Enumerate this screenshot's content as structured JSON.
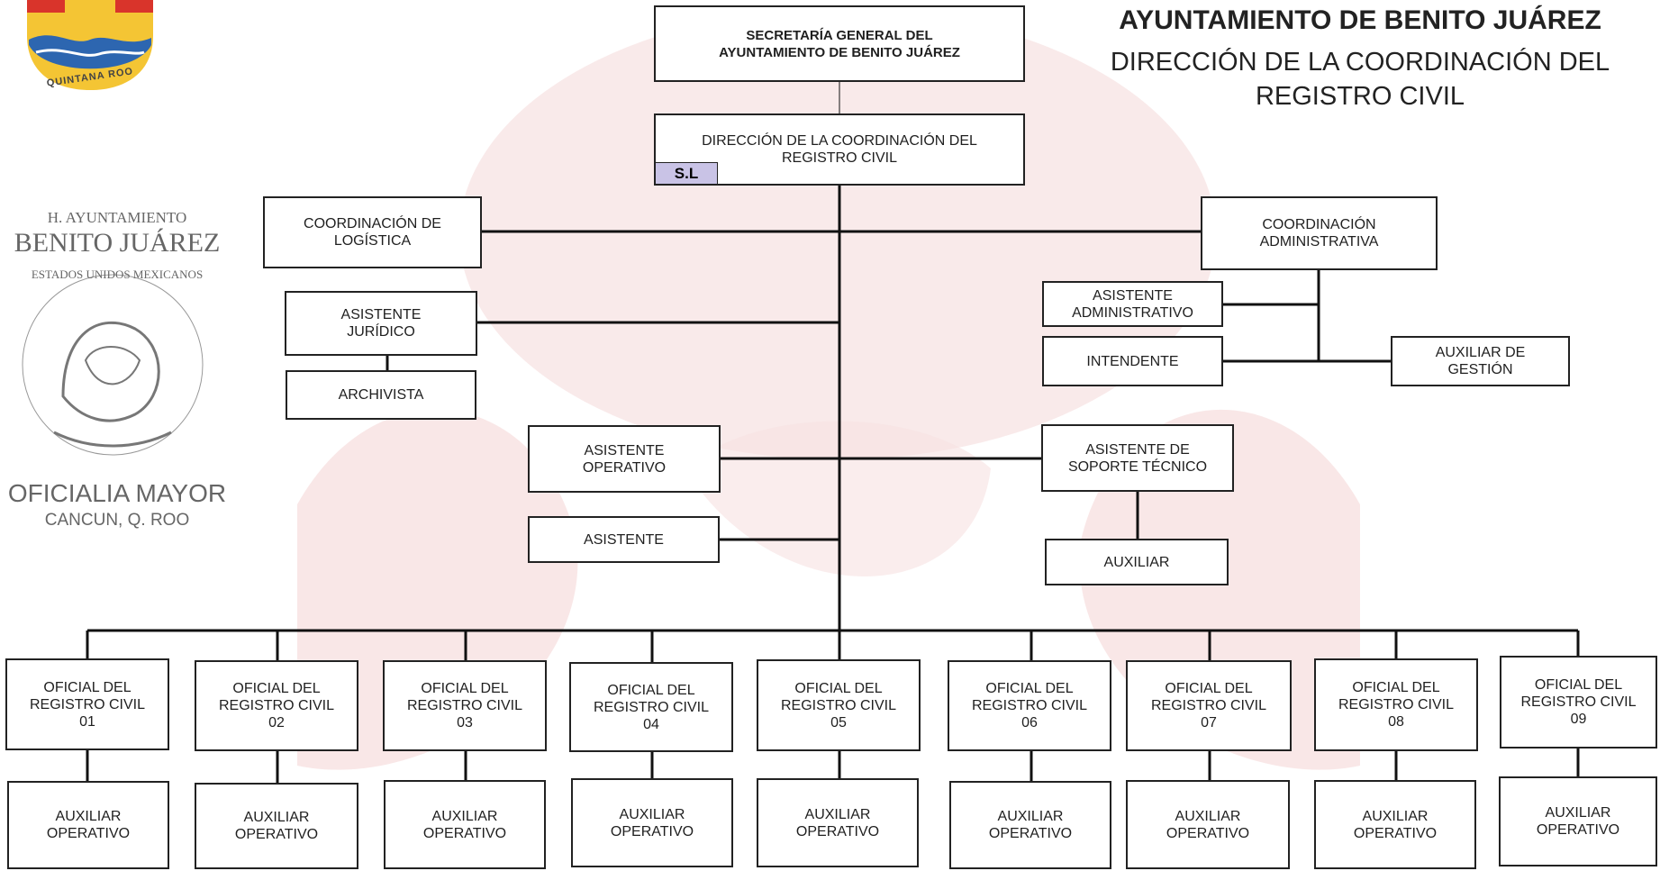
{
  "header": {
    "title": "AYUNTAMIENTO DE BENITO JUÁREZ",
    "subtitle": "DIRECCIÓN DE LA COORDINACIÓN DEL\nREGISTRO CIVIL"
  },
  "logo": {
    "caption": "QUINTANA ROO"
  },
  "seal": {
    "line1": "H. AYUNTAMIENTO",
    "line2": "BENITO JUÁREZ",
    "arc": "ESTADOS UNIDOS MEXICANOS",
    "line3": "OFICIALIA MAYOR",
    "line4": "CANCUN, Q. ROO"
  },
  "colors": {
    "line": "#111111",
    "watermark": "#f7e1e1",
    "tag_fill": "#c9c3e6"
  },
  "chart": {
    "secretaria": "SECRETARÍA GENERAL DEL\nAYUNTAMIENTO DE BENITO JUÁREZ",
    "direccion": "DIRECCIÓN DE LA COORDINACIÓN DEL\nREGISTRO CIVIL",
    "direccion_tag": "S.L",
    "coord_logistica": "COORDINACIÓN DE\nLOGÍSTICA",
    "coord_admin": "COORDINACIÓN\nADMINISTRATIVA",
    "asistente_juridico": "ASISTENTE\nJURÍDICO",
    "archivista": "ARCHIVISTA",
    "asistente_admin": "ASISTENTE\nADMINISTRATIVO",
    "intendente": "INTENDENTE",
    "auxiliar_gestion": "AUXILIAR DE\nGESTIÓN",
    "asistente_operativo": "ASISTENTE\nOPERATIVO",
    "asistente": "ASISTENTE",
    "asistente_soporte": "ASISTENTE DE\nSOPORTE TÉCNICO",
    "auxiliar": "AUXILIAR",
    "oficiales": [
      "OFICIAL DEL\nREGISTRO CIVIL\n01",
      "OFICIAL DEL\nREGISTRO CIVIL\n02",
      "OFICIAL DEL\nREGISTRO CIVIL\n03",
      "OFICIAL DEL\nREGISTRO CIVIL\n04",
      "OFICIAL DEL\nREGISTRO CIVIL\n05",
      "OFICIAL DEL\nREGISTRO CIVIL\n06",
      "OFICIAL DEL\nREGISTRO CIVIL\n07",
      "OFICIAL DEL\nREGISTRO CIVIL\n08",
      "OFICIAL DEL\nREGISTRO CIVIL\n09"
    ],
    "auxiliares": [
      "AUXILIAR\nOPERATIVO",
      "AUXILIAR\nOPERATIVO",
      "AUXILIAR\nOPERATIVO",
      "AUXILIAR\nOPERATIVO",
      "AUXILIAR\nOPERATIVO",
      "AUXILIAR\nOPERATIVO",
      "AUXILIAR\nOPERATIVO",
      "AUXILIAR\nOPERATIVO",
      "AUXILIAR\nOPERATIVO"
    ]
  }
}
